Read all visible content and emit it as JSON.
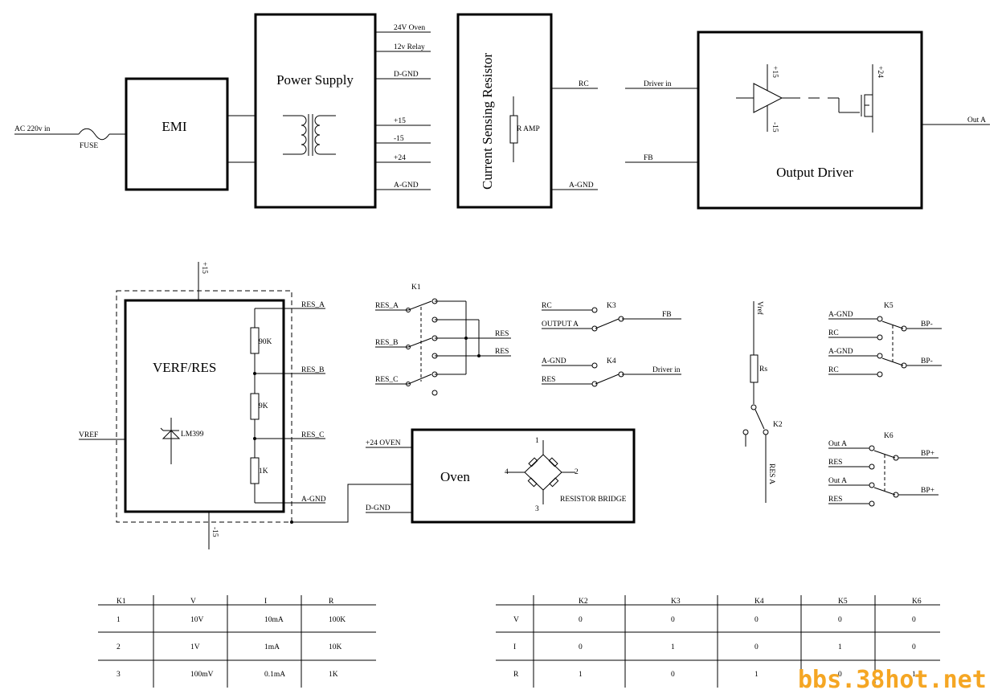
{
  "blocks": {
    "emi": {
      "label": "EMI"
    },
    "power_supply": {
      "label": "Power Supply",
      "outputs": [
        "24V Oven",
        "12v Relay",
        "D-GND",
        "+15",
        "-15",
        "+24",
        "A-GND"
      ]
    },
    "current_sensing": {
      "label": "Current Sensing Resistor",
      "resistor_label": "R AMP",
      "outputs": [
        "RC",
        "A-GND"
      ]
    },
    "output_driver": {
      "label": "Output Driver",
      "inputs": [
        "Driver in",
        "FB"
      ],
      "output": "Out  A",
      "supply_pos": "+15",
      "supply_neg": "-15",
      "mosfet_supply": "+24"
    },
    "vref_res": {
      "label": "VERF/RES",
      "input": "VREF",
      "zener": "LM399",
      "supply_top": "+15",
      "supply_bottom": "-15",
      "resistors": [
        "90K",
        "9K",
        "1K"
      ],
      "taps": [
        "RES_A",
        "RES_B",
        "RES_C",
        "A-GND"
      ]
    },
    "oven": {
      "label": "Oven",
      "inputs": [
        "+24 OVEN",
        "D-GND"
      ],
      "bridge_label": "RESISTOR BRIDGE",
      "bridge_pins": [
        "1",
        "2",
        "3",
        "4"
      ]
    }
  },
  "ac_input": {
    "label": "AC 220v in",
    "fuse": "FUSE"
  },
  "relays": {
    "k1": {
      "name": "K1",
      "inputs": [
        "RES_A",
        "RES_B",
        "RES_C"
      ],
      "outputs": [
        "RES",
        "RES"
      ]
    },
    "k2": {
      "name": "K2",
      "top": "Vref",
      "resistor": "Rs",
      "bottom": "RES A"
    },
    "k3": {
      "name": "K3",
      "inputs": [
        "RC",
        "OUTPUT A"
      ],
      "output": "FB"
    },
    "k4": {
      "name": "K4",
      "inputs": [
        "A-GND",
        "RES"
      ],
      "output": "Driver in"
    },
    "k5": {
      "name": "K5",
      "inputs": [
        "A-GND",
        "RC",
        "A-GND",
        "RC"
      ],
      "outputs": [
        "BP-",
        "BP-"
      ]
    },
    "k6": {
      "name": "K6",
      "inputs": [
        "Out A",
        "RES",
        "Out A",
        "RES"
      ],
      "outputs": [
        "BP+",
        "BP+"
      ]
    }
  },
  "table_k1": {
    "headers": [
      "K1",
      "V",
      "I",
      "R"
    ],
    "rows": [
      [
        "1",
        "10V",
        "10mA",
        "100K"
      ],
      [
        "2",
        "1V",
        "1mA",
        "10K"
      ],
      [
        "3",
        "100mV",
        "0.1mA",
        "1K"
      ]
    ]
  },
  "table_k": {
    "headers": [
      "",
      "K2",
      "K3",
      "K4",
      "K5",
      "K6"
    ],
    "rows": [
      [
        "V",
        "0",
        "0",
        "0",
        "0",
        "0"
      ],
      [
        "I",
        "0",
        "1",
        "0",
        "1",
        "0"
      ],
      [
        "R",
        "1",
        "0",
        "1",
        "0",
        "1"
      ]
    ]
  },
  "watermark": "bbs.38hot.net"
}
